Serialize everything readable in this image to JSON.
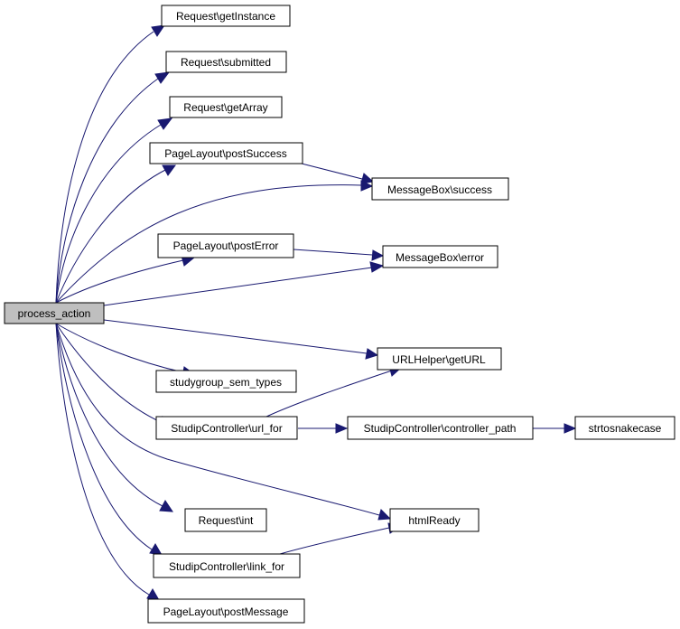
{
  "graph": {
    "edge_color": "#191970",
    "root_fill": "#bfbfbf",
    "node_fill": "#ffffff",
    "nodes": {
      "root": "process_action",
      "req_getinstance": "Request\\getInstance",
      "req_submitted": "Request\\submitted",
      "req_getarray": "Request\\getArray",
      "pl_postsuccess": "PageLayout\\postSuccess",
      "mb_success": "MessageBox\\success",
      "pl_posterror": "PageLayout\\postError",
      "mb_error": "MessageBox\\error",
      "url_geturl": "URLHelper\\getURL",
      "sg_sem_types": "studygroup_sem_types",
      "sc_url_for": "StudipController\\url_for",
      "sc_controller_path": "StudipController\\controller_path",
      "strtosnakecase": "strtosnakecase",
      "htmlready": "htmlReady",
      "req_int": "Request\\int",
      "sc_link_for": "StudipController\\link_for",
      "pl_postmessage": "PageLayout\\postMessage"
    },
    "edges": [
      [
        "root",
        "req_getinstance"
      ],
      [
        "root",
        "req_submitted"
      ],
      [
        "root",
        "req_getarray"
      ],
      [
        "root",
        "pl_postsuccess"
      ],
      [
        "root",
        "mb_success"
      ],
      [
        "root",
        "pl_posterror"
      ],
      [
        "root",
        "mb_error"
      ],
      [
        "root",
        "url_geturl"
      ],
      [
        "root",
        "sg_sem_types"
      ],
      [
        "root",
        "sc_url_for"
      ],
      [
        "root",
        "htmlready"
      ],
      [
        "root",
        "req_int"
      ],
      [
        "root",
        "sc_link_for"
      ],
      [
        "root",
        "pl_postmessage"
      ],
      [
        "pl_postsuccess",
        "mb_success"
      ],
      [
        "pl_posterror",
        "mb_error"
      ],
      [
        "sc_url_for",
        "url_geturl"
      ],
      [
        "sc_url_for",
        "sc_controller_path"
      ],
      [
        "sc_controller_path",
        "strtosnakecase"
      ],
      [
        "sc_link_for",
        "htmlready"
      ]
    ]
  }
}
